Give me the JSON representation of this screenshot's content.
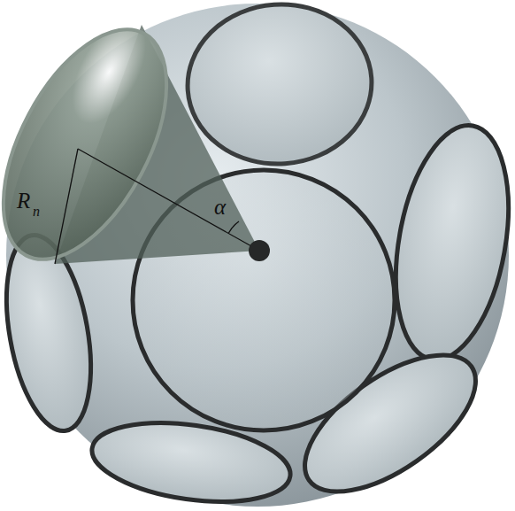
{
  "diagram": {
    "labels": [
      "R",
      "n",
      "α"
    ]
  }
}
